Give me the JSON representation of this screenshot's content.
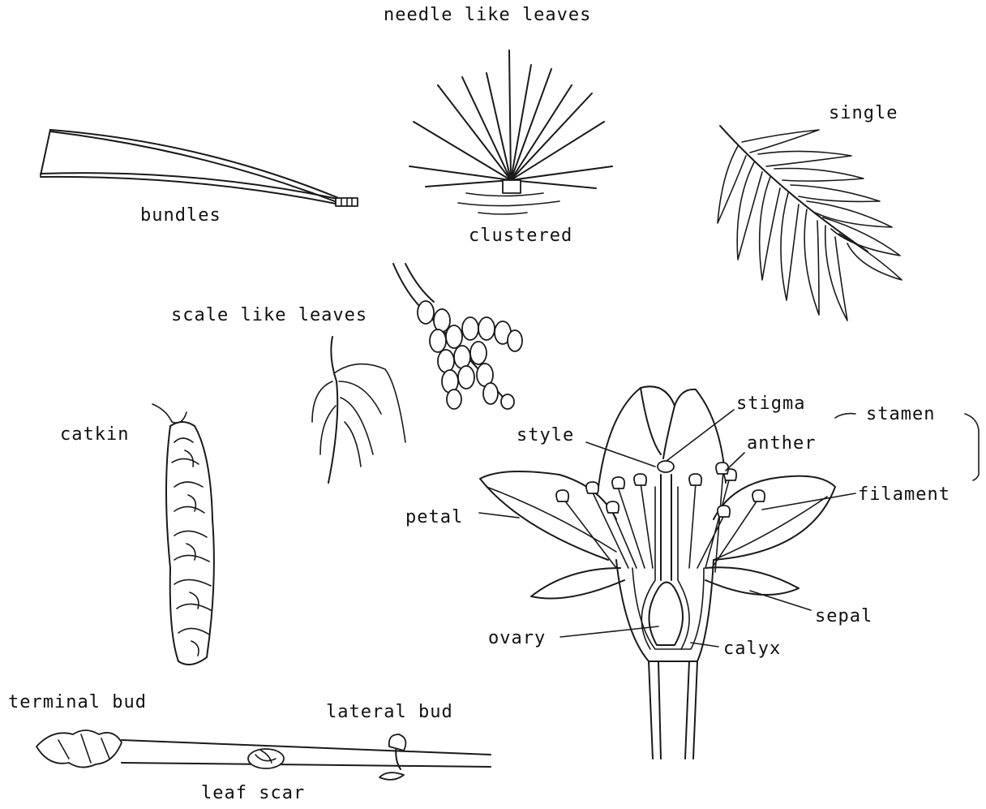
{
  "labels": {
    "needle_like_leaves": "needle like leaves",
    "bundles": "bundles",
    "clustered": "clustered",
    "single": "single",
    "scale_like_leaves": "scale like leaves",
    "catkin": "catkin",
    "stigma": "stigma",
    "stamen": "stamen",
    "style": "style",
    "anther": "anther",
    "filament": "filament",
    "petal": "petal",
    "sepal": "sepal",
    "ovary": "ovary",
    "calyx": "calyx",
    "terminal_bud": "terminal bud",
    "lateral_bud": "lateral bud",
    "leaf_scar": "leaf scar"
  },
  "colors": {
    "ink": "#1a1a1a",
    "background": "#ffffff"
  }
}
